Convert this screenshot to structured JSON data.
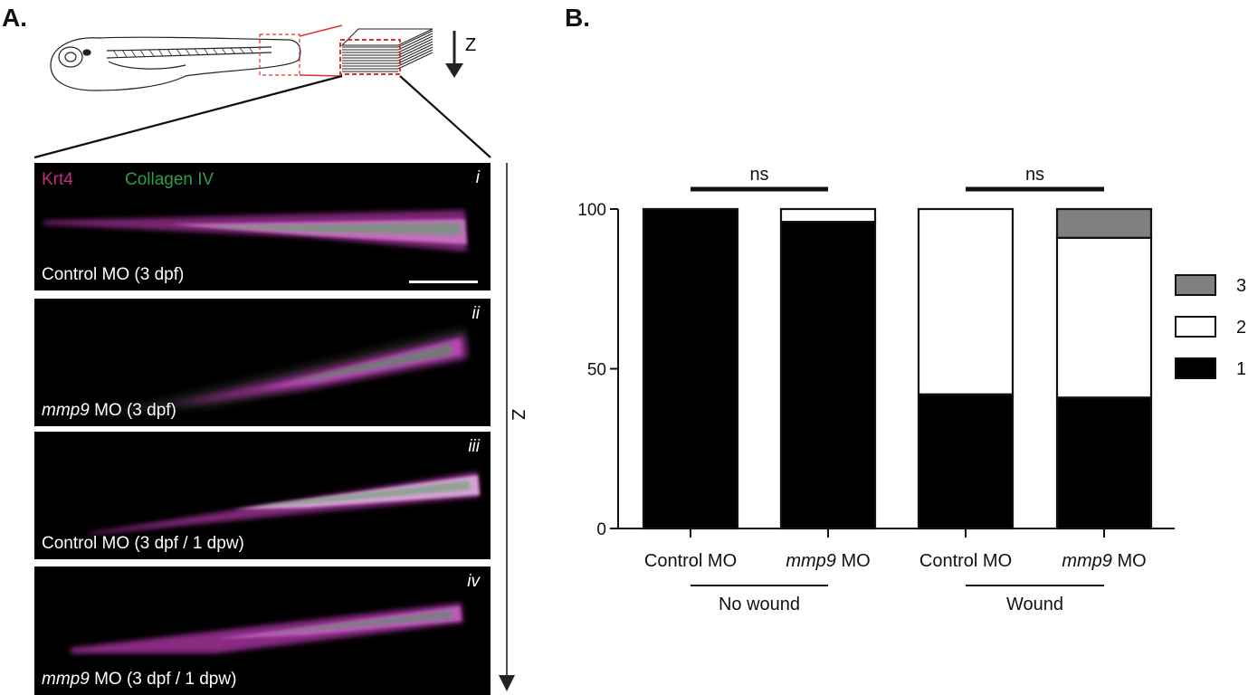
{
  "panels": {
    "a_label": "A.",
    "b_label": "B."
  },
  "schematic": {
    "z_label_top": "Z",
    "z_label_side": "Z"
  },
  "micrographs": {
    "stain_krt4": "Krt4",
    "stain_collagen": "Collagen IV",
    "stain_krt4_color": "#c0307e",
    "stain_collagen_color": "#2f9d48",
    "items": [
      {
        "roman": "i",
        "caption_italic": "",
        "caption_rest": "Control MO (3 dpf)"
      },
      {
        "roman": "ii",
        "caption_italic": "mmp9",
        "caption_rest": " MO (3 dpf)"
      },
      {
        "roman": "iii",
        "caption_italic": "",
        "caption_rest": "Control MO (3 dpf / 1 dpw)"
      },
      {
        "roman": "iv",
        "caption_italic": "mmp9",
        "caption_rest": " MO (3 dpf / 1 dpw)"
      }
    ]
  },
  "chart_data": {
    "type": "bar",
    "stacked": true,
    "categories": [
      "Control MO",
      "mmp9 MO",
      "Control MO",
      "mmp9 MO"
    ],
    "category_italic_part": [
      "",
      "mmp9",
      "",
      "mmp9"
    ],
    "category_plain_part": [
      "Control MO",
      " MO",
      "Control MO",
      " MO"
    ],
    "groups": [
      {
        "label": "No wound",
        "categories": [
          0,
          1
        ]
      },
      {
        "label": "Wound",
        "categories": [
          2,
          3
        ]
      }
    ],
    "series": [
      {
        "name": "1",
        "color": "#000000",
        "values": [
          100,
          96,
          42,
          41
        ]
      },
      {
        "name": "2",
        "color": "#ffffff",
        "values": [
          0,
          4,
          58,
          50
        ]
      },
      {
        "name": "3",
        "color": "#808080",
        "values": [
          0,
          0,
          0,
          9
        ]
      }
    ],
    "ylim": [
      0,
      100
    ],
    "yticks": [
      0,
      50,
      100
    ],
    "significance": [
      {
        "label": "ns",
        "between": [
          0,
          1
        ]
      },
      {
        "label": "ns",
        "between": [
          2,
          3
        ]
      }
    ],
    "legend_position": "right",
    "title": "",
    "xlabel": "",
    "ylabel": ""
  }
}
